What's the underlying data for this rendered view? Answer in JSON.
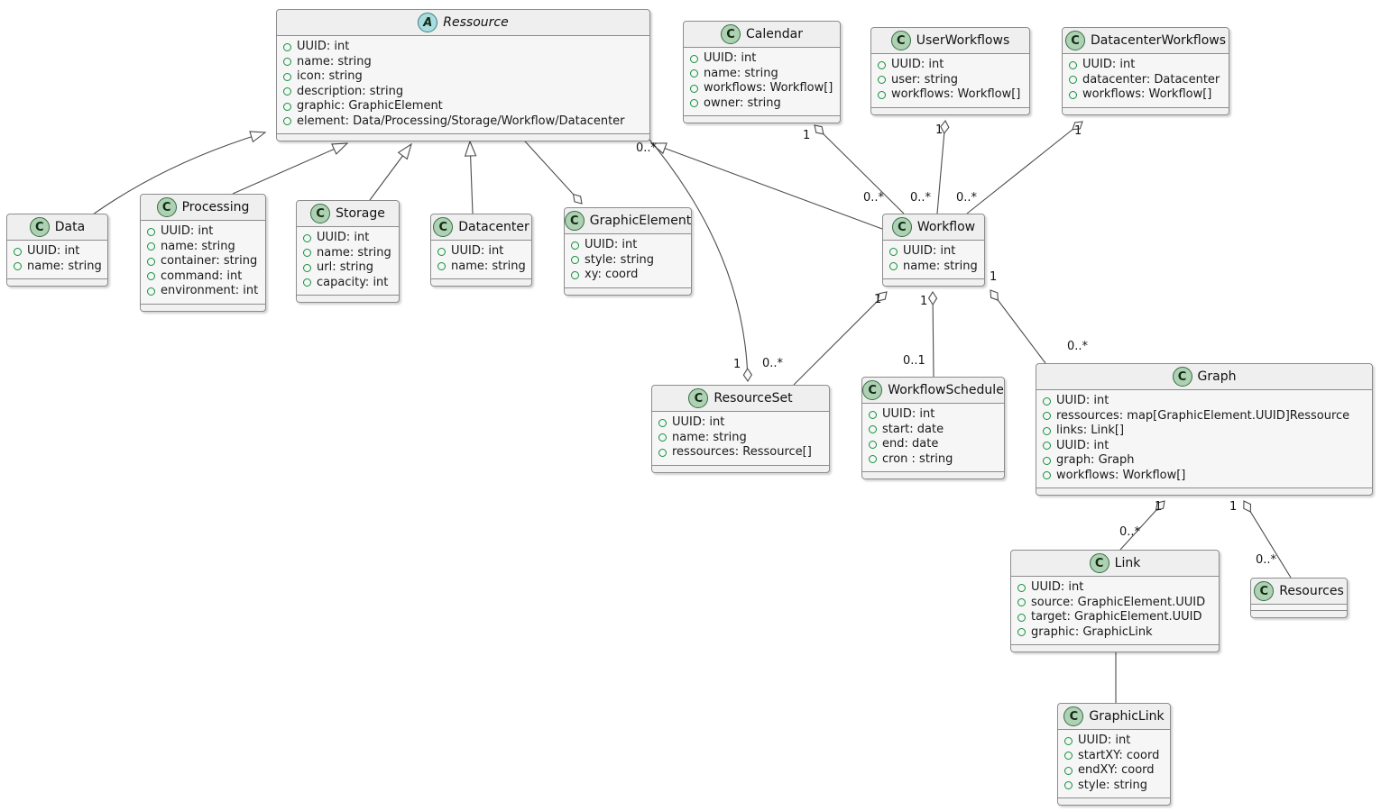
{
  "diagram_type": "uml-class-diagram",
  "colors": {
    "class_icon_bg": "#ADD1B2",
    "abstract_icon_bg": "#A9DCDF",
    "box_bg": "#F4F4F4",
    "box_border": "#8C8C8C",
    "relation_line": "#4C4C4C",
    "field_icon_ring": "#12913C"
  },
  "classes": {
    "ressource": {
      "icon_letter": "A",
      "name": "Ressource",
      "abstract": true,
      "attributes": [
        "UUID: int",
        "name: string",
        "icon: string",
        "description: string",
        "graphic: GraphicElement",
        "element: Data/Processing/Storage/Workflow/Datacenter"
      ]
    },
    "calendar": {
      "icon_letter": "C",
      "name": "Calendar",
      "attributes": [
        "UUID: int",
        "name: string",
        "workflows: Workflow[]",
        "owner: string"
      ]
    },
    "user_workflows": {
      "icon_letter": "C",
      "name": "UserWorkflows",
      "attributes": [
        "UUID: int",
        "user: string",
        "workflows: Workflow[]"
      ]
    },
    "datacenter_workflows": {
      "icon_letter": "C",
      "name": "DatacenterWorkflows",
      "attributes": [
        "UUID: int",
        "datacenter: Datacenter",
        "workflows: Workflow[]"
      ]
    },
    "data": {
      "icon_letter": "C",
      "name": "Data",
      "attributes": [
        "UUID: int",
        "name: string"
      ]
    },
    "processing": {
      "icon_letter": "C",
      "name": "Processing",
      "attributes": [
        "UUID: int",
        "name: string",
        "container: string",
        "command: int",
        "environment: int"
      ]
    },
    "storage": {
      "icon_letter": "C",
      "name": "Storage",
      "attributes": [
        "UUID: int",
        "name: string",
        "url: string",
        "capacity: int"
      ]
    },
    "datacenter": {
      "icon_letter": "C",
      "name": "Datacenter",
      "attributes": [
        "UUID: int",
        "name: string"
      ]
    },
    "graphic_element": {
      "icon_letter": "C",
      "name": "GraphicElement",
      "attributes": [
        "UUID: int",
        "style: string",
        "xy: coord"
      ]
    },
    "workflow": {
      "icon_letter": "C",
      "name": "Workflow",
      "attributes": [
        "UUID: int",
        "name: string"
      ]
    },
    "resource_set": {
      "icon_letter": "C",
      "name": "ResourceSet",
      "attributes": [
        "UUID: int",
        "name: string",
        "ressources: Ressource[]"
      ]
    },
    "workflow_schedule": {
      "icon_letter": "C",
      "name": "WorkflowSchedule",
      "attributes": [
        "UUID: int",
        "start: date",
        "end: date",
        "cron : string"
      ]
    },
    "graph": {
      "icon_letter": "C",
      "name": "Graph",
      "attributes": [
        "UUID: int",
        "ressources: map[GraphicElement.UUID]Ressource",
        "links: Link[]",
        "UUID: int",
        "graph: Graph",
        "workflows: Workflow[]"
      ]
    },
    "link": {
      "icon_letter": "C",
      "name": "Link",
      "attributes": [
        "UUID: int",
        "source: GraphicElement.UUID",
        "target: GraphicElement.UUID",
        "graphic: GraphicLink"
      ]
    },
    "resources": {
      "icon_letter": "C",
      "name": "Resources",
      "attributes": []
    },
    "graphic_link": {
      "icon_letter": "C",
      "name": "GraphicLink",
      "attributes": [
        "UUID: int",
        "startXY: coord",
        "endXY: coord",
        "style: string"
      ]
    }
  },
  "relations": {
    "data_extends_ressource": {
      "from": "Data",
      "to": "Ressource",
      "type": "extends"
    },
    "processing_extends_ressource": {
      "from": "Processing",
      "to": "Ressource",
      "type": "extends"
    },
    "storage_extends_ressource": {
      "from": "Storage",
      "to": "Ressource",
      "type": "extends"
    },
    "datacenter_extends_ressource": {
      "from": "Datacenter",
      "to": "Ressource",
      "type": "extends"
    },
    "workflow_extends_ressource": {
      "from": "Workflow",
      "to": "Ressource",
      "type": "extends"
    },
    "ressource_graphicelement": {
      "from": "Ressource",
      "to": "GraphicElement",
      "type": "aggregation",
      "diamond_at": "GraphicElement"
    },
    "calendar_workflow": {
      "from": "Calendar",
      "to": "Workflow",
      "type": "aggregation",
      "diamond_at": "Calendar",
      "near": "1",
      "far": "0..*"
    },
    "userworkflows_workflow": {
      "from": "UserWorkflows",
      "to": "Workflow",
      "type": "aggregation",
      "diamond_at": "UserWorkflows",
      "near": "1",
      "far": "0..*"
    },
    "datacenterworkflows_workflow": {
      "from": "DatacenterWorkflows",
      "to": "Workflow",
      "type": "aggregation",
      "diamond_at": "DatacenterWorkflows",
      "near": "1",
      "far": "0..*"
    },
    "resourceset_ressource": {
      "from": "ResourceSet",
      "to": "Ressource",
      "type": "aggregation",
      "diamond_at": "ResourceSet",
      "near": "1",
      "far": "0..*"
    },
    "workflow_resourceset": {
      "from": "Workflow",
      "to": "ResourceSet",
      "type": "aggregation",
      "diamond_at": "Workflow",
      "near": "1",
      "far": "0..*"
    },
    "workflow_schedule": {
      "from": "Workflow",
      "to": "WorkflowSchedule",
      "type": "aggregation",
      "diamond_at": "Workflow",
      "near": "1",
      "far": "0..1"
    },
    "workflow_graph": {
      "from": "Workflow",
      "to": "Graph",
      "type": "aggregation",
      "diamond_at": "Workflow",
      "near": "1",
      "far": "0..*"
    },
    "graph_link": {
      "from": "Graph",
      "to": "Link",
      "type": "aggregation",
      "diamond_at": "Graph",
      "near": "1",
      "far": "0..*"
    },
    "graph_resources": {
      "from": "Graph",
      "to": "Resources",
      "type": "aggregation",
      "diamond_at": "Graph",
      "near": "1",
      "far": "0..*"
    },
    "link_graphiclink": {
      "from": "Link",
      "to": "GraphicLink",
      "type": "association"
    }
  }
}
